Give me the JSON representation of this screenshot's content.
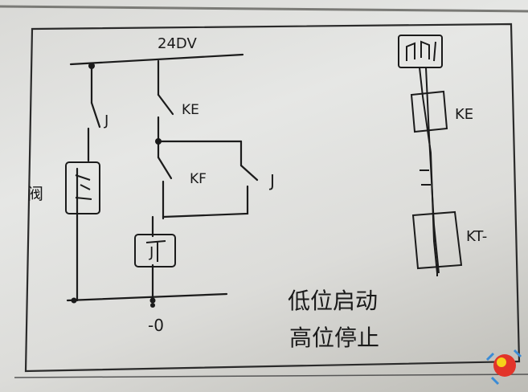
{
  "sketch": {
    "supply_label": "24DV",
    "ground_label": "-0",
    "contact_labels": {
      "upper_switch": "KE",
      "lower_switch": "KF",
      "right_branch": "J",
      "left_branch": "J"
    },
    "coil_labels": {
      "valve_coil": "阀",
      "relay_coil_symbol": "J"
    },
    "side_labels": {
      "upper_sensor": "KE",
      "lower_sensor": "KT-"
    },
    "notes": {
      "line1": "低位启动",
      "line2": "高位停止"
    }
  }
}
